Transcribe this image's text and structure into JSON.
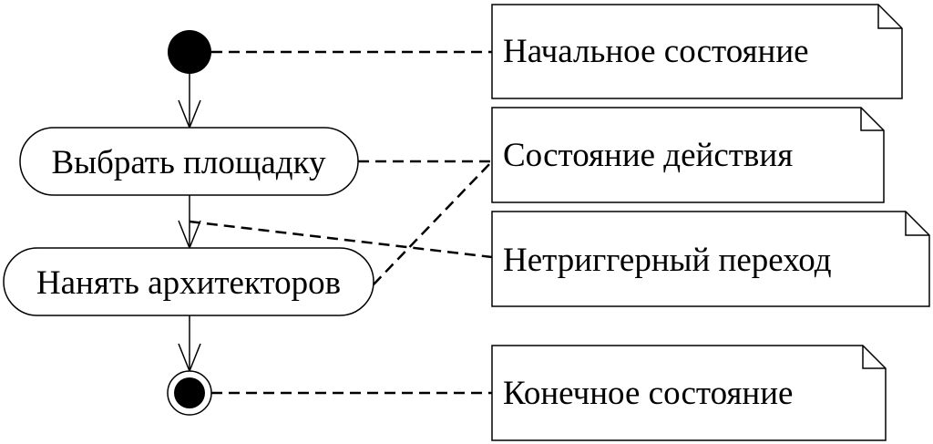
{
  "actions": {
    "select_site": "Выбрать площадку",
    "hire_architects": "Нанять архитекторов"
  },
  "notes": {
    "initial_state": "Начальное состояние",
    "action_state": "Состояние действия",
    "non_trigger_transition": "Нетриггерный переход",
    "final_state": "Конечное состояние"
  }
}
